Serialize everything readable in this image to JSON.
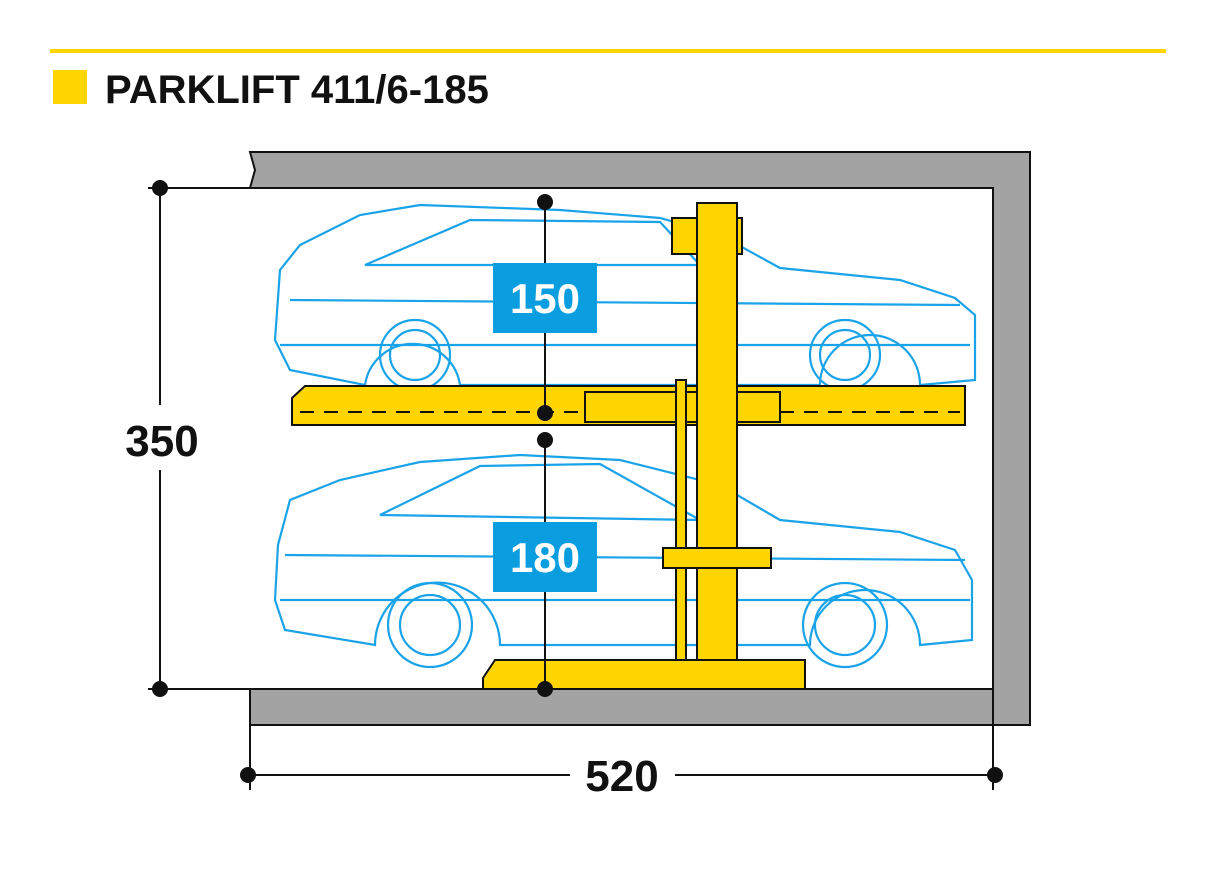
{
  "title": "PARKLIFT 411/6-185",
  "dimensions": {
    "total_height": "350",
    "upper_clearance": "150",
    "lower_clearance": "180",
    "width": "520"
  },
  "colors": {
    "accent": "#ffd500",
    "car_blue": "#1aa3e8",
    "badge_blue": "#0a9de0",
    "wall_gray": "#a3a3a3"
  }
}
